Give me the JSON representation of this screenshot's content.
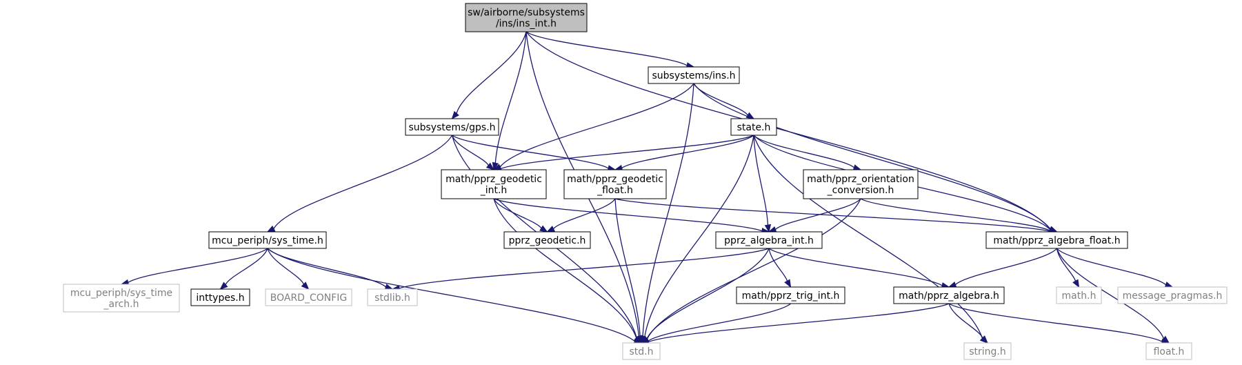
{
  "colors": {
    "edge": "#191970",
    "node_border": "#000000",
    "focus_fill": "#bfbfbf",
    "external_border": "#bfbfbf",
    "external_text": "#7f7f7f",
    "text": "#000000",
    "background": "#ffffff"
  },
  "nodes": [
    {
      "id": "ins_int",
      "label": [
        "sw/airborne/subsystems",
        "/ins/ins_int.h"
      ],
      "kind": "focus"
    },
    {
      "id": "ins",
      "label": [
        "subsystems/ins.h"
      ],
      "kind": "normal"
    },
    {
      "id": "gps",
      "label": [
        "subsystems/gps.h"
      ],
      "kind": "normal"
    },
    {
      "id": "state",
      "label": [
        "state.h"
      ],
      "kind": "normal"
    },
    {
      "id": "geo_int",
      "label": [
        "math/pprz_geodetic",
        "_int.h"
      ],
      "kind": "normal"
    },
    {
      "id": "geo_float",
      "label": [
        "math/pprz_geodetic",
        "_float.h"
      ],
      "kind": "normal"
    },
    {
      "id": "orient",
      "label": [
        "math/pprz_orientation",
        "_conversion.h"
      ],
      "kind": "normal"
    },
    {
      "id": "sys_time",
      "label": [
        "mcu_periph/sys_time.h"
      ],
      "kind": "normal"
    },
    {
      "id": "geodetic",
      "label": [
        "pprz_geodetic.h"
      ],
      "kind": "normal"
    },
    {
      "id": "alg_int",
      "label": [
        "pprz_algebra_int.h"
      ],
      "kind": "normal"
    },
    {
      "id": "alg_float",
      "label": [
        "math/pprz_algebra_float.h"
      ],
      "kind": "normal"
    },
    {
      "id": "sys_time_arch",
      "label": [
        "mcu_periph/sys_time",
        "_arch.h"
      ],
      "kind": "external"
    },
    {
      "id": "inttypes",
      "label": [
        "inttypes.h"
      ],
      "kind": "normal"
    },
    {
      "id": "board_config",
      "label": [
        "BOARD_CONFIG"
      ],
      "kind": "external"
    },
    {
      "id": "stdlib",
      "label": [
        "stdlib.h"
      ],
      "kind": "external"
    },
    {
      "id": "trig_int",
      "label": [
        "math/pprz_trig_int.h"
      ],
      "kind": "normal"
    },
    {
      "id": "algebra",
      "label": [
        "math/pprz_algebra.h"
      ],
      "kind": "normal"
    },
    {
      "id": "math",
      "label": [
        "math.h"
      ],
      "kind": "external"
    },
    {
      "id": "msg_pragmas",
      "label": [
        "message_pragmas.h"
      ],
      "kind": "external"
    },
    {
      "id": "std",
      "label": [
        "std.h"
      ],
      "kind": "external"
    },
    {
      "id": "string",
      "label": [
        "string.h"
      ],
      "kind": "external"
    },
    {
      "id": "float",
      "label": [
        "float.h"
      ],
      "kind": "external"
    }
  ],
  "edges": [
    [
      "ins_int",
      "std"
    ],
    [
      "ins_int",
      "gps"
    ],
    [
      "ins_int",
      "geo_int"
    ],
    [
      "ins_int",
      "ins"
    ],
    [
      "ins_int",
      "alg_float"
    ],
    [
      "ins",
      "state"
    ],
    [
      "ins",
      "geo_int"
    ],
    [
      "ins",
      "std"
    ],
    [
      "ins",
      "alg_float"
    ],
    [
      "gps",
      "sys_time"
    ],
    [
      "gps",
      "geo_int"
    ],
    [
      "gps",
      "geo_float"
    ],
    [
      "gps",
      "std"
    ],
    [
      "state",
      "geo_int"
    ],
    [
      "state",
      "geo_float"
    ],
    [
      "state",
      "orient"
    ],
    [
      "state",
      "alg_int"
    ],
    [
      "state",
      "alg_float"
    ],
    [
      "state",
      "std"
    ],
    [
      "state",
      "string"
    ],
    [
      "geo_int",
      "geodetic"
    ],
    [
      "geo_int",
      "alg_int"
    ],
    [
      "geo_int",
      "std"
    ],
    [
      "geo_float",
      "geodetic"
    ],
    [
      "geo_float",
      "alg_float"
    ],
    [
      "geo_float",
      "std"
    ],
    [
      "orient",
      "alg_int"
    ],
    [
      "orient",
      "alg_float"
    ],
    [
      "orient",
      "std"
    ],
    [
      "sys_time",
      "sys_time_arch"
    ],
    [
      "sys_time",
      "inttypes"
    ],
    [
      "sys_time",
      "board_config"
    ],
    [
      "sys_time",
      "stdlib"
    ],
    [
      "sys_time",
      "std"
    ],
    [
      "alg_int",
      "stdlib"
    ],
    [
      "alg_int",
      "trig_int"
    ],
    [
      "alg_int",
      "algebra"
    ],
    [
      "alg_int",
      "std"
    ],
    [
      "alg_float",
      "algebra"
    ],
    [
      "alg_float",
      "math"
    ],
    [
      "alg_float",
      "msg_pragmas"
    ],
    [
      "alg_float",
      "float"
    ],
    [
      "trig_int",
      "std"
    ],
    [
      "algebra",
      "std"
    ],
    [
      "algebra",
      "string"
    ],
    [
      "algebra",
      "float"
    ]
  ]
}
